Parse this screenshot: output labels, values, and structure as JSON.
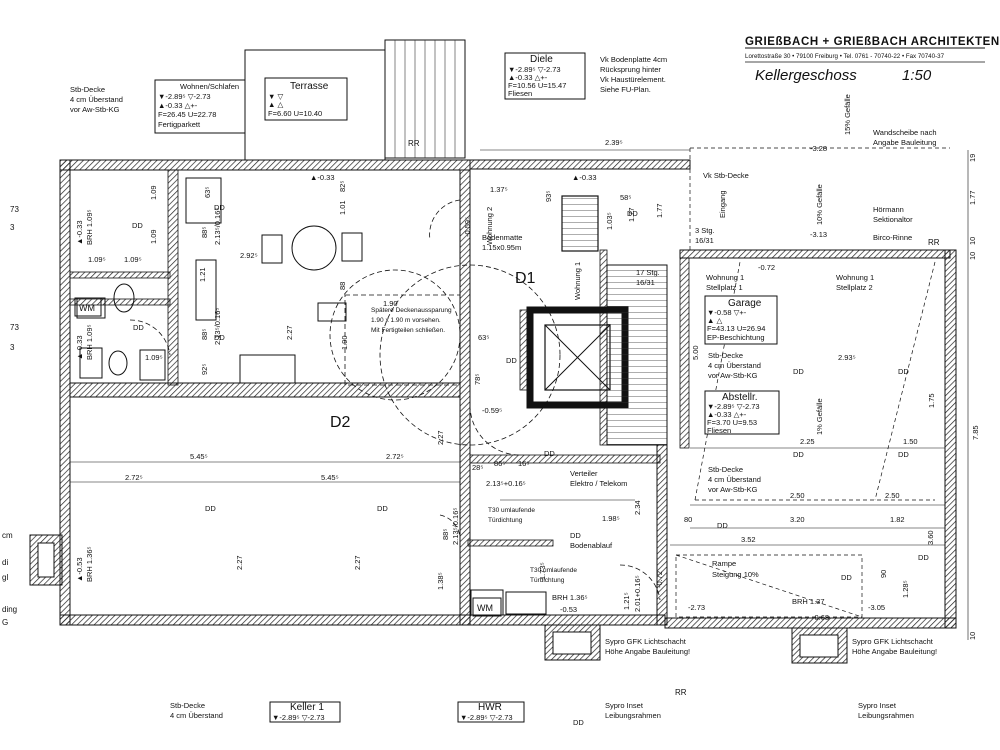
{
  "header": {
    "firm": "GRIEßBACH + GRIEßBACH ARCHITEKTEN",
    "address": "Lorettostraße 30 • 79100 Freiburg • Tel. 0761 - 70740-22 • Fax 70740-37",
    "handwritten_title": "Kellergeschoss",
    "scale": "1:50"
  },
  "notes": {
    "bodenplatte": [
      "Vk Bodenplatte 4cm",
      "Rücksprung hinter",
      "Vk Haustürelement.",
      "Siehe FU-Plan."
    ],
    "stb_decke_left": [
      "Stb-Decke",
      "4 cm Überstand",
      "vor Aw-Stb-KG"
    ],
    "stb_decke_mid": [
      "Stb-Decke",
      "4 cm Überstand",
      "vor Aw-Stb-KG"
    ],
    "stb_decke_lower": [
      "Stb-Decke",
      "4 cm Überstand",
      "vor Aw-Stb-KG"
    ],
    "wandscheibe": [
      "Wandscheibe nach",
      "Angabe Bauleitung"
    ],
    "hoermann": [
      "Hörmann",
      "Sektionaltor"
    ],
    "birco": "Birco-Rinne",
    "vk_stb_decke": "Vk Stb-Decke",
    "deckenaussparung": [
      "Spätere Deckenaussparung",
      "1.90 x 1.90 m vorsehen.",
      "Mit Fertigteilen schließen."
    ],
    "bodenmatte": [
      "Bodenmatte",
      "1.15x0.95m"
    ],
    "verteiler": [
      "Verteiler",
      "Elektro / Telekom"
    ],
    "t30_1": [
      "T30 umlaufende",
      "Türdichtung"
    ],
    "t30_2": [
      "T30 umlaufende",
      "Türdichtung"
    ],
    "bodenablauf": "Bodenablauf",
    "lichtschacht_1": [
      "Sypro GFK Lichtschacht",
      "Höhe Angabe Bauleitung!"
    ],
    "lichtschacht_2": [
      "Sypro GFK Lichtschacht",
      "Höhe Angabe Bauleitung!"
    ],
    "rampe": [
      "Rampe",
      "Steigung 10%"
    ],
    "stb_decke_bottom": [
      "Stb-Decke",
      "4 cm Überstand"
    ],
    "sypro_inset_1": [
      "Sypro Inset",
      "Leibungsrahmen"
    ],
    "sypro_inset_2": [
      "Sypro Inset",
      "Leibungsrahmen"
    ],
    "gefaelle_15": "15% Gefälle",
    "gefaelle_10": "10% Gefälle",
    "gefaelle_1": "1% Gefälle",
    "eingang": "Eingang",
    "stg_3": [
      "3 Stg.",
      "16/31"
    ],
    "stg_17": [
      "17 Stg.",
      "16/31"
    ],
    "wohnung1_stellplatz1": [
      "Wohnung 1",
      "Stellplatz 1"
    ],
    "wohnung1_stellplatz2": [
      "Wohnung 1",
      "Stellplatz 2"
    ],
    "wohnung1_vertical": "Wohnung 1",
    "wohnung2_vertical": "Wohnung 2"
  },
  "rooms": {
    "diele": {
      "name": "Diele",
      "lines": [
        "▼-2.89⁵ ▽-2.73",
        "▲-0.33  △+-",
        "F=10.56 U=15.47",
        "Fliesen"
      ]
    },
    "wohnen": {
      "name": "Wohnen/Schlafen",
      "lines": [
        "▼-2.89⁵ ▽-2.73",
        "▲-0.33  △+-",
        "F=26.45 U=22.78",
        "Fertigparkett"
      ]
    },
    "terrasse": {
      "name": "Terrasse",
      "lines": [
        "▼ ▽",
        "▲  △",
        "F=6.60  U=10.40"
      ]
    },
    "garage": {
      "name": "Garage",
      "lines": [
        "▼-0.58  ▽+-",
        "▲  △",
        "F=43.13 U=26.94",
        "EP-Beschichtung"
      ]
    },
    "abstellr": {
      "name": "Abstellr.",
      "lines": [
        "▼-2.89⁵ ▽-2.73",
        "▲-0.33  △+-",
        "F=3.70  U=9.53",
        "Fliesen"
      ]
    },
    "keller1": {
      "name": "Keller 1",
      "lines": [
        "▼-2.89⁵ ▽-2.73"
      ]
    },
    "hwr": {
      "name": "HWR",
      "lines": [
        "▼-2.89⁵ ▽-2.73"
      ]
    }
  },
  "labels": {
    "d1": "D1",
    "d2": "D2",
    "wm1": "WM",
    "wm2": "WM",
    "rr1": "RR",
    "rr2": "RR",
    "rr3": "RR",
    "dd": "DD",
    "brh_left1": "BRH 1.09⁵",
    "brh_left2": "BRH 1.09⁵",
    "brh_left3": "BRH 1.36⁵",
    "brh_bottom": "BRH 1.36⁵",
    "brh_ramp": "BRH 1.37",
    "lv_m033a": "▲-0.33",
    "lv_m033b": "▲-0.33",
    "lv_m033c": "▲-0.33",
    "lv_m033d": "▲-0.33",
    "lv_m053a": "▲-0.53",
    "lv_m053b": "-0.53",
    "lv_m328": "-3.28",
    "lv_m313": "-3.13",
    "lv_m072": "-0.72",
    "lv_m059a": "-0.59⁵",
    "lv_m059b": "-0.59⁵",
    "lv_m273": "-2.73",
    "lv_m305": "-3.05",
    "lv_m068": "-0.68",
    "lv_m072b": "-0.72"
  },
  "dims": {
    "d239": "2.39⁵",
    "d137": "1.37⁵",
    "d093": "93⁵",
    "d058": "58⁵",
    "d177a": "1.77",
    "d177b": "1.77",
    "d103": "1.03⁵",
    "d109a": "1.09",
    "d109b": "1.09",
    "d109c": "1.09⁵",
    "d109d": "1.09⁵",
    "d109e": "1.09⁵",
    "d063a": "63⁵",
    "d063b": "63⁵",
    "d088a": "88⁵",
    "d088b": "88⁵",
    "d088c": "88⁵",
    "d213a": "2.13⁵/0.16⁵",
    "d213b": "2.13⁵/0.16⁵",
    "d213c": "2.13⁵/0.16⁵",
    "d213d": "2.13⁵+0.16⁵",
    "d292": "2.92⁵",
    "d121": "1.21",
    "d101": "1.01",
    "d082": "82⁵",
    "d088d": "88",
    "d190a": "1.90",
    "d190b": "1.90",
    "d227a": "2.27",
    "d227b": "2.27",
    "d227c": "2.27",
    "d227d": "2.27",
    "d227e": "2.27",
    "d092": "92⁵",
    "d078": "78⁵",
    "d545a": "5.45⁵",
    "d545b": "5.45⁵",
    "d272a": "2.72⁵",
    "d272b": "2.72⁵",
    "d028": "28⁵",
    "d086": "86⁵",
    "d016": "16⁵",
    "d198": "1.98⁵",
    "d234": "2.34",
    "d173": "1.73⁵",
    "d138": "1.38⁵",
    "d500": "5.00",
    "d293": "2.93⁵",
    "d175": "1.75",
    "d225": "2.25",
    "d150": "1.50",
    "d250a": "2.50",
    "d250b": "2.50",
    "d080": "80",
    "d320": "3.20",
    "d182": "1.82",
    "d352": "3.52",
    "d360": "3.60",
    "d785": "7.85",
    "d090": "90",
    "d128": "1.28⁵",
    "d121b": "1.21⁵",
    "d201": "2.01+0.16⁵",
    "d019": "19",
    "d010a": "10",
    "d010b": "10",
    "d010c": "10",
    "d177c": "1.77"
  },
  "margin": {
    "m1": "73",
    "m2": "3",
    "m3": "73",
    "m4": "3",
    "m5": "cm",
    "m6": "gl",
    "m7": "di",
    "m8": "G",
    "m9": "ding"
  }
}
